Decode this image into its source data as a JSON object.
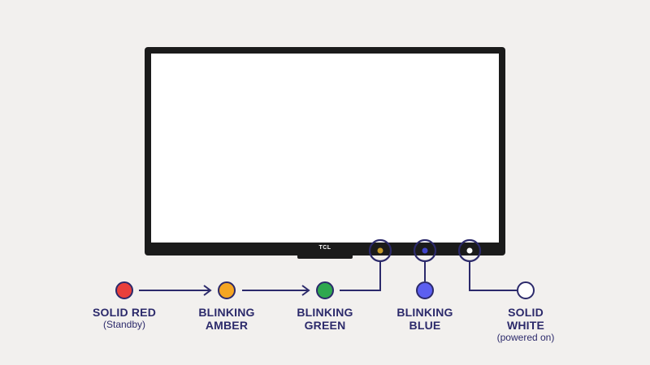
{
  "tv": {
    "brand": "TCL"
  },
  "indicator_lights": {
    "window_indicator": "#c79a2a",
    "window_blue": "#5a5fe8",
    "window_white": "#ffffff"
  },
  "states": [
    {
      "id": "solid-red",
      "line1": "SOLID RED",
      "line2": "",
      "sub": "(Standby)",
      "color": "#e8403b"
    },
    {
      "id": "blinking-amber",
      "line1": "BLINKING",
      "line2": "AMBER",
      "sub": "",
      "color": "#f5a623"
    },
    {
      "id": "blinking-green",
      "line1": "BLINKING",
      "line2": "GREEN",
      "sub": "",
      "color": "#2fa84f"
    },
    {
      "id": "blinking-blue",
      "line1": "BLINKING",
      "line2": "BLUE",
      "sub": "",
      "color": "#5c5ff0"
    },
    {
      "id": "solid-white",
      "line1": "SOLID",
      "line2": "WHITE",
      "sub": "(powered on)",
      "color": "#ffffff"
    }
  ],
  "colors": {
    "outline": "#2c2a6b",
    "tv_frame": "#1b1b1b",
    "screen": "#ffffff",
    "background": "#f2f0ee"
  }
}
